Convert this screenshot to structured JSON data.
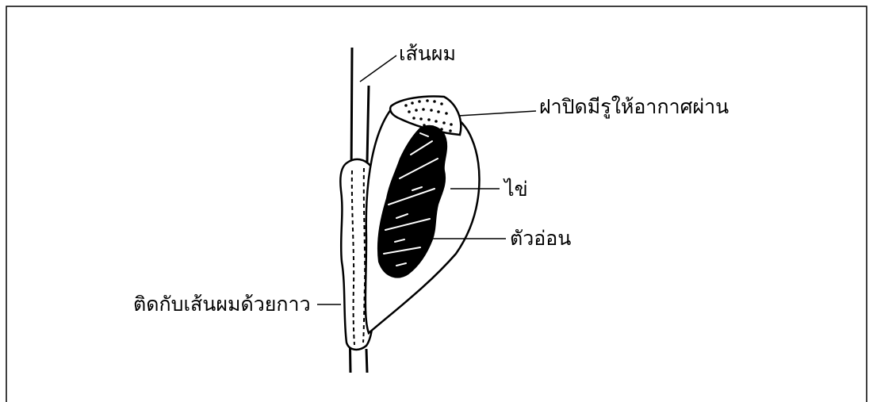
{
  "figure": {
    "labels": {
      "hair": "เส้นผม",
      "lid": "ฝาปิดมีรูให้อากาศผ่าน",
      "egg": "ไข่",
      "nymph": "ตัวอ่อน",
      "glue": "ติดกับเส้นผมด้วยกาว"
    }
  },
  "colors": {
    "ink": "#000000",
    "background": "#ffffff"
  }
}
